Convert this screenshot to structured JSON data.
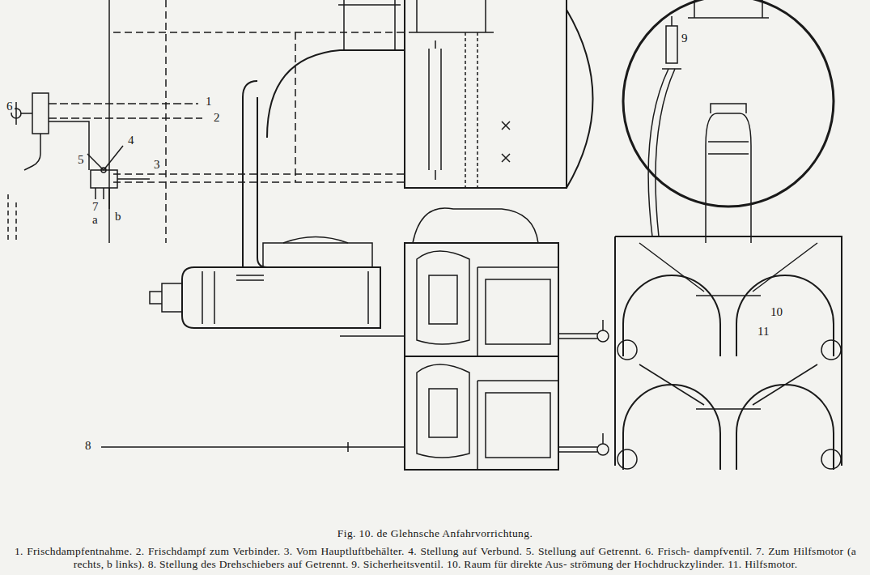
{
  "diagram": {
    "title": "Fig. 10. de Glehnsche Anfahrvorrichtung.",
    "caption": "1. Frischdampfentnahme. 2. Frischdampf zum Verbinder. 3. Vom Hauptluftbehälter. 4. Stellung auf Verbund. 5. Stellung auf Getrennt. 6. Frisch- dampfventil. 7. Zum Hilfsmotor (a rechts, b links). 8. Stellung des Drehschiebers auf Getrennt. 9. Sicherheitsventil. 10. Raum für direkte Aus- strömung der Hochdruckzylinder. 11. Hilfsmotor.",
    "labels": [
      "1",
      "2",
      "6",
      "4",
      "3",
      "5",
      "7",
      "a",
      "b",
      "8",
      "9",
      "10",
      "11"
    ]
  }
}
